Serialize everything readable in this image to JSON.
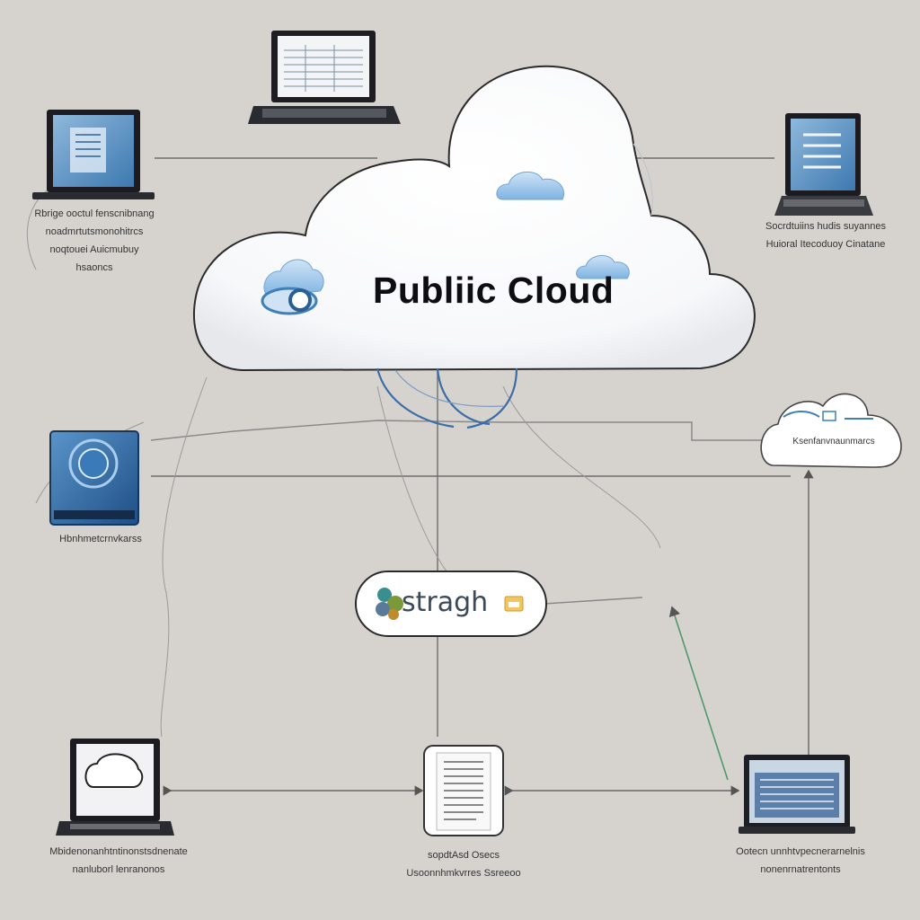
{
  "diagram": {
    "title": "Publiic Cloud",
    "storage_label": "stragh",
    "side_cloud_label": "Ksenfanvnaunmarcs",
    "captions": {
      "top_left_laptop": "Rbrige ooctul fenscnibnang\nnoadmrtutsmonohitrcs\nnoqtouei Auicmubuy\nhsaoncs",
      "top_right_laptop": "Socrdtuiins hudis suyannes\nHuioral Itecoduoy Cinatane",
      "left_server": "Hbnhmetcrnvkarss",
      "bottom_left_laptop": "Mbidenonanhtntinonstsdnenate\nnanluborl lenranonos",
      "bottom_center_doc": "sopdtAsd Osecs\nUsoonnhmkvrres Ssreeoo",
      "bottom_right_monitor": "Ootecn unnhtvpecnerarnelnis\nnonenrnatrentonts"
    }
  },
  "colors": {
    "background": "#d6d3ce",
    "cloud_fill": "#ffffff",
    "accent_blue": "#3f7fb8",
    "line_gray": "#6b6b6b",
    "arrow_green": "#4d9a6a"
  }
}
